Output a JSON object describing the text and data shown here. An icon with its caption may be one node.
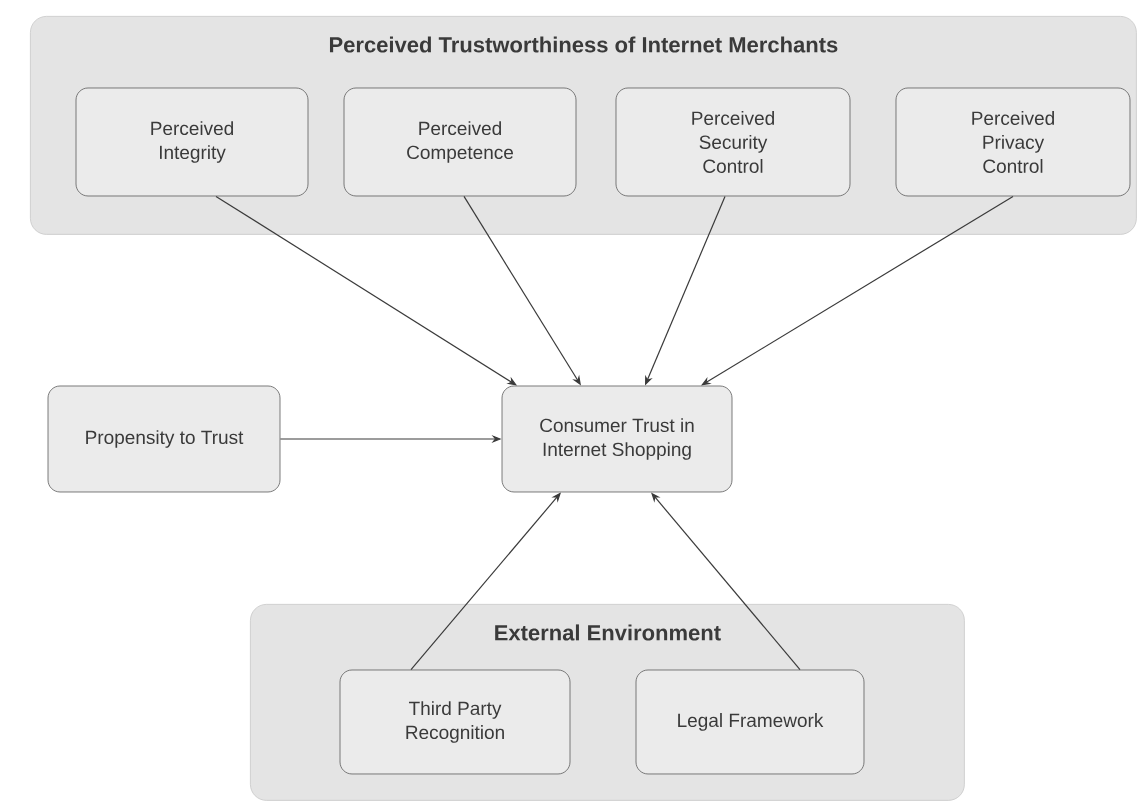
{
  "diagram": {
    "nodes": [
      {
        "text": [
          "Perceived Trustworthiness of Internet Merchants"
        ]
      },
      {
        "text": [
          "Perceived Integrity"
        ],
        "in": 0
      },
      {
        "text": [
          "Perceived Competence"
        ],
        "in": 0
      },
      {
        "text": [
          "Perceived Security Control"
        ],
        "in": 0
      },
      {
        "text": [
          "Perceived Privacy Control"
        ],
        "in": 0
      },
      {
        "text": [
          "Propensity to Trust"
        ]
      },
      {
        "text": [
          "Consumer Trust in Internet Shopping"
        ]
      },
      {
        "text": [
          "External Environment"
        ]
      },
      {
        "text": [
          "Third Party Recognition"
        ],
        "in": 7
      },
      {
        "text": [
          "Legal Framework"
        ],
        "in": 7
      }
    ],
    "edges": [
      {
        "from": 1,
        "to": 6,
        "arrow": "to"
      },
      {
        "from": 2,
        "to": 6,
        "arrow": "to"
      },
      {
        "from": 3,
        "to": 6,
        "arrow": "to"
      },
      {
        "from": 4,
        "to": 6,
        "arrow": "to"
      },
      {
        "from": 5,
        "to": 6,
        "arrow": "to"
      },
      {
        "from": 8,
        "to": 6,
        "arrow": "to"
      },
      {
        "from": 9,
        "to": 6,
        "arrow": "to"
      }
    ]
  }
}
